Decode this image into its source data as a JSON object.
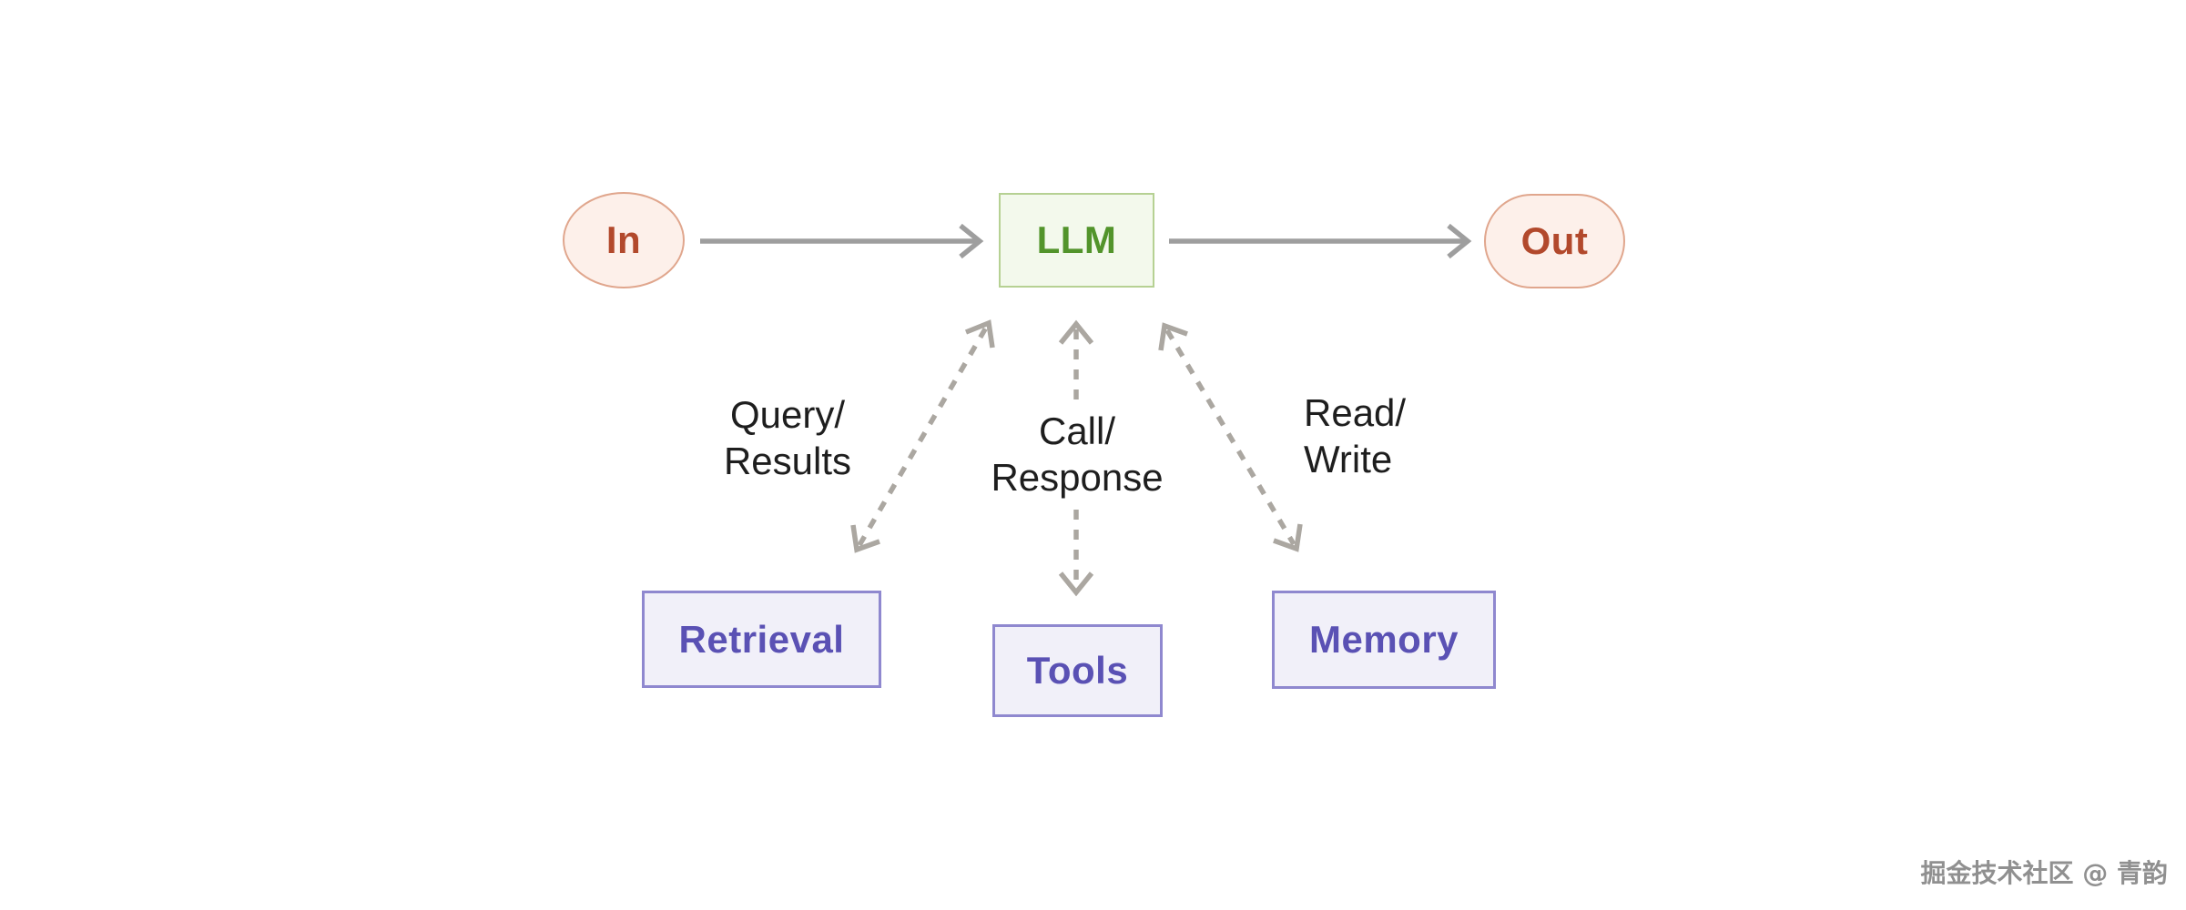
{
  "canvas": {
    "background": "#ffffff"
  },
  "nodes": {
    "in": {
      "label": "In",
      "shape": "circle"
    },
    "llm": {
      "label": "LLM",
      "shape": "rectangle"
    },
    "out": {
      "label": "Out",
      "shape": "pill"
    },
    "retrieval": {
      "label": "Retrieval",
      "shape": "rectangle"
    },
    "tools": {
      "label": "Tools",
      "shape": "rectangle"
    },
    "memory": {
      "label": "Memory",
      "shape": "rectangle"
    }
  },
  "edge_labels": {
    "query": {
      "line1": "Query/",
      "line2": "Results"
    },
    "call": {
      "line1": "Call/",
      "line2": "Response"
    },
    "read": {
      "line1": "Read/",
      "line2": "Write"
    }
  },
  "edges": [
    {
      "from": "In",
      "to": "LLM",
      "style": "solid",
      "bidirectional": false,
      "label": ""
    },
    {
      "from": "LLM",
      "to": "Out",
      "style": "solid",
      "bidirectional": false,
      "label": ""
    },
    {
      "from": "LLM",
      "to": "Retrieval",
      "style": "dashed",
      "bidirectional": true,
      "label": "Query/Results"
    },
    {
      "from": "LLM",
      "to": "Tools",
      "style": "dashed",
      "bidirectional": true,
      "label": "Call/Response"
    },
    {
      "from": "LLM",
      "to": "Memory",
      "style": "dashed",
      "bidirectional": true,
      "label": "Read/Write"
    }
  ],
  "colors": {
    "solid_arrow": "#9e9e9e",
    "dashed_arrow": "#aba7a1",
    "terminal_fill": "#fdf0ea",
    "terminal_border": "#e0a68d",
    "terminal_text": "#b2492c",
    "llm_fill": "#f3f9ec",
    "llm_border": "#b6d193",
    "llm_text": "#52942b",
    "module_fill": "#f1f0f9",
    "module_border": "#8f88cf",
    "module_text": "#5a51b4",
    "edge_label_text": "#1e1e1e"
  },
  "watermark": {
    "text": "掘金技术社区 @ 青韵"
  }
}
